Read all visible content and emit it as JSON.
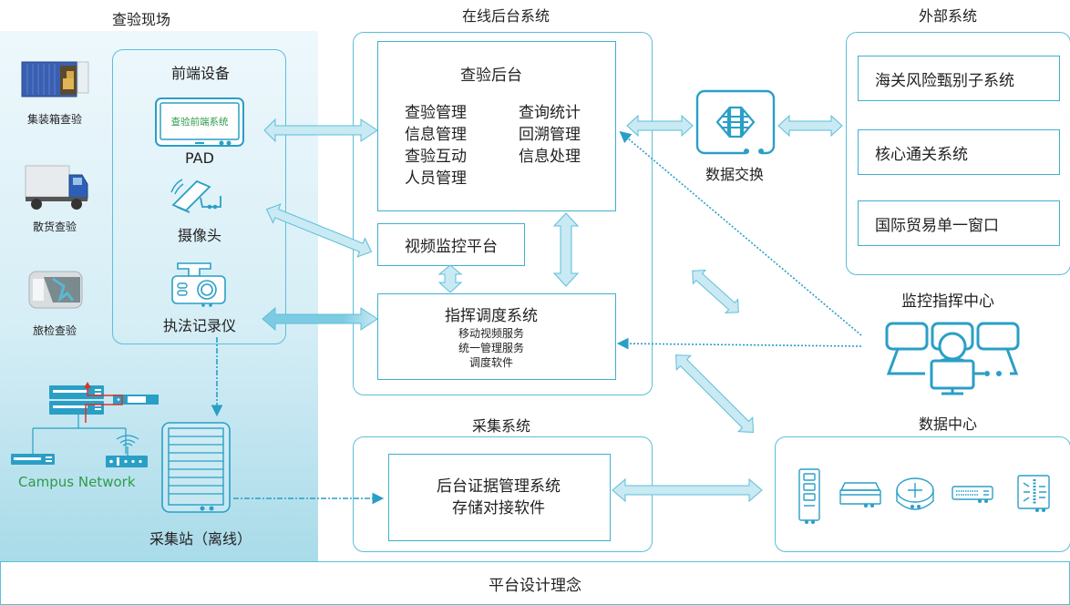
{
  "sections": {
    "inspection_site": "查验现场",
    "online_backend": "在线后台系统",
    "external_systems": "外部系统",
    "monitoring_center": "监控指挥中心",
    "data_center": "数据中心",
    "collection_system": "采集系统"
  },
  "inspection_types": [
    {
      "label": "集装箱查验",
      "icon": "container-icon"
    },
    {
      "label": "散货查验",
      "icon": "truck-icon"
    },
    {
      "label": "旅检查验",
      "icon": "luggage-scanner-icon"
    }
  ],
  "frontend_devices": {
    "title": "前端设备",
    "pad_screen_text": "查验前端系统",
    "pad_label": "PAD",
    "camera_label": "摄像头",
    "recorder_label": "执法记录仪"
  },
  "campus_network": {
    "label": "Campus Network",
    "label_color": "#2e9b4a"
  },
  "collection_station": {
    "label": "采集站（离线）"
  },
  "inspection_backend": {
    "title": "查验后台",
    "left_items": [
      "查验管理",
      "信息管理",
      "查验互动",
      "人员管理"
    ],
    "right_items": [
      "查询统计",
      "回溯管理",
      "信息处理"
    ]
  },
  "video_platform": {
    "title": "视频监控平台"
  },
  "dispatch_system": {
    "title": "指挥调度系统",
    "items": [
      "移动视频服务",
      "统一管理服务",
      "调度软件"
    ]
  },
  "data_exchange": {
    "label": "数据交换"
  },
  "external_list": [
    "海关风险甄别子系统",
    "核心通关系统",
    "国际贸易单一窗口"
  ],
  "evidence_system": {
    "lines": [
      "后台证据管理系统",
      "存储对接软件"
    ]
  },
  "data_center_devices": [
    "storage-server-icon",
    "nas-icon",
    "router-icon",
    "switch-icon",
    "firewall-icon"
  ],
  "footer": {
    "label": "平台设计理念"
  },
  "colors": {
    "accent": "#2a9fc6",
    "arrow_fill": "#c9e9f3",
    "arrow_stroke": "#5bbfd9",
    "red_link": "#d9342b"
  }
}
